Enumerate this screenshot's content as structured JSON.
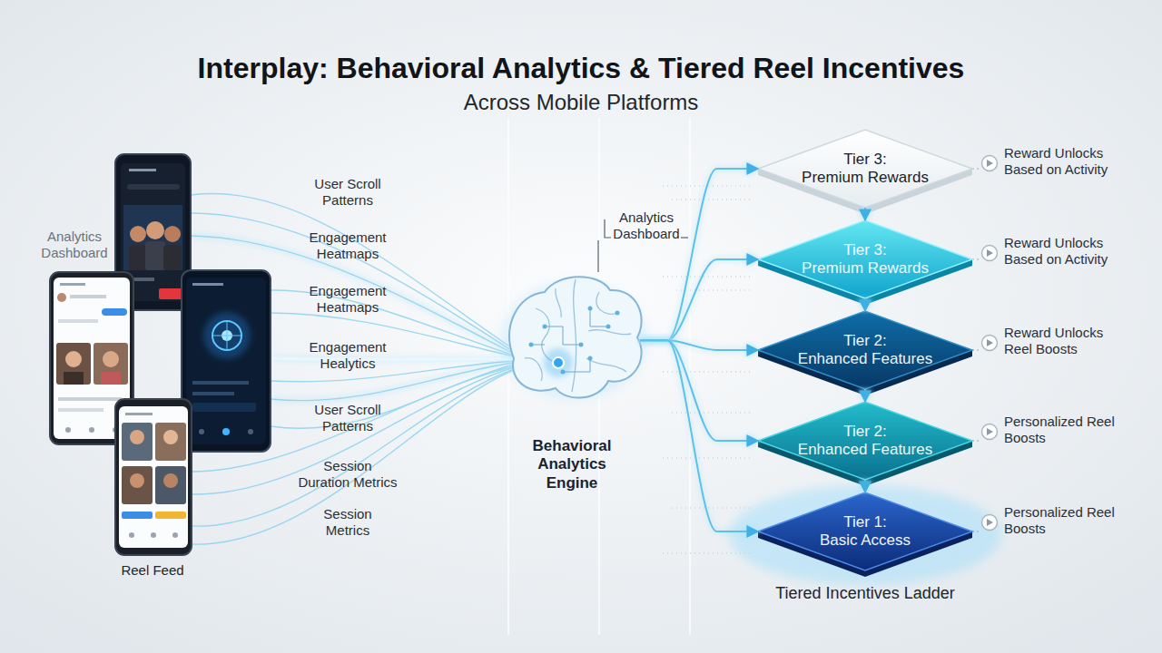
{
  "diagram": {
    "title": "Interplay: Behavioral Analytics & Tiered Reel Incentives",
    "nodes": [
      {
        "text": [
          "Behavioral Analytics Engine"
        ]
      },
      {
        "text": [
          "Tier 3:",
          "Premium Rewards"
        ]
      },
      {
        "text": [
          "Tier 3:",
          "Premium Rewards"
        ]
      },
      {
        "text": [
          "Tier 2:",
          "Enhanced Features"
        ]
      },
      {
        "text": [
          "Tier 2:",
          "Enhanced Features"
        ]
      },
      {
        "text": [
          "Tier 1:",
          "Basic Access"
        ]
      }
    ],
    "edges": [
      {
        "from": 0,
        "to": 1,
        "arrow": "to"
      },
      {
        "from": 0,
        "to": 2,
        "arrow": "to"
      },
      {
        "from": 0,
        "to": 3,
        "arrow": "to"
      },
      {
        "from": 0,
        "to": 4,
        "arrow": "to"
      },
      {
        "from": 0,
        "to": 5,
        "arrow": "to"
      },
      {
        "from": 1,
        "to": 2,
        "arrow": "to"
      },
      {
        "from": 2,
        "to": 3,
        "arrow": "to"
      },
      {
        "from": 3,
        "to": 4,
        "arrow": "to"
      },
      {
        "from": 4,
        "to": 5,
        "arrow": "to"
      }
    ],
    "labels": [
      "Across Mobile Platforms",
      "Analytics Dashboard",
      "Reel Feed",
      "User Scroll Patterns",
      "Engagement Heatmaps",
      "Engagement Heatmaps",
      "Engagement Healytics",
      "User Scroll Patterns",
      "Session Duration Metrics",
      "Session Metrics",
      "Analytics Dashboard",
      "Reward Unlocks Based on Activity",
      "Reward Unlocks Based on Activity",
      "Reward Unlocks Reel Boosts",
      "Personalized Reel Boosts",
      "Personalized Reel Boosts",
      "Tiered Incentives Ladder"
    ]
  }
}
